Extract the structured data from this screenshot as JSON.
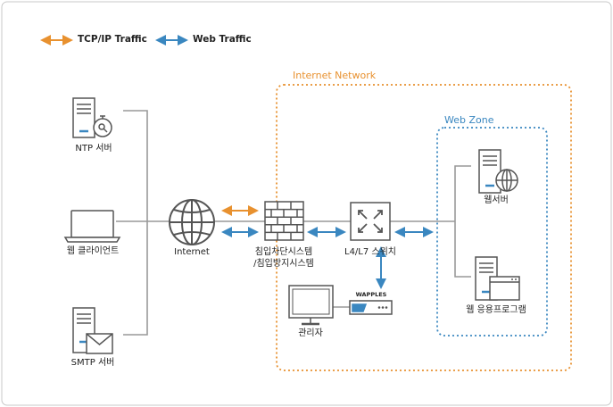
{
  "legend": {
    "tcp": {
      "label": "TCP/IP Traffic",
      "color": "#e8912f"
    },
    "web": {
      "label": "Web Traffic",
      "color": "#3a87c0"
    }
  },
  "zones": {
    "internet_network": {
      "label": "Internet Network",
      "color": "#e8912f"
    },
    "web_zone": {
      "label": "Web Zone",
      "color": "#3a87c0"
    }
  },
  "nodes": {
    "ntp_server": {
      "label": "NTP 서버",
      "icon": "server-clock-icon"
    },
    "web_client": {
      "label": "웹 클라이언트",
      "icon": "laptop-icon"
    },
    "smtp_server": {
      "label": "SMTP 서버",
      "icon": "server-mail-icon"
    },
    "internet": {
      "label": "Internet",
      "icon": "globe-icon"
    },
    "firewall": {
      "label_line1": "침입차단시스템",
      "label_line2": "/침입방지시스템",
      "icon": "firewall-icon"
    },
    "l4_switch": {
      "label": "L4/L7 스위치",
      "icon": "switch-icon"
    },
    "wapples": {
      "label": "WAPPLES",
      "icon": "appliance-icon"
    },
    "admin": {
      "label": "관리자",
      "icon": "monitor-icon"
    },
    "web_server": {
      "label": "웹서버",
      "icon": "server-globe-icon"
    },
    "web_app": {
      "label": "웹 응용프로그램",
      "icon": "server-window-icon"
    }
  },
  "colors": {
    "icon_stroke": "#555555",
    "icon_accent": "#3a87c0",
    "line_gray": "#999999"
  }
}
